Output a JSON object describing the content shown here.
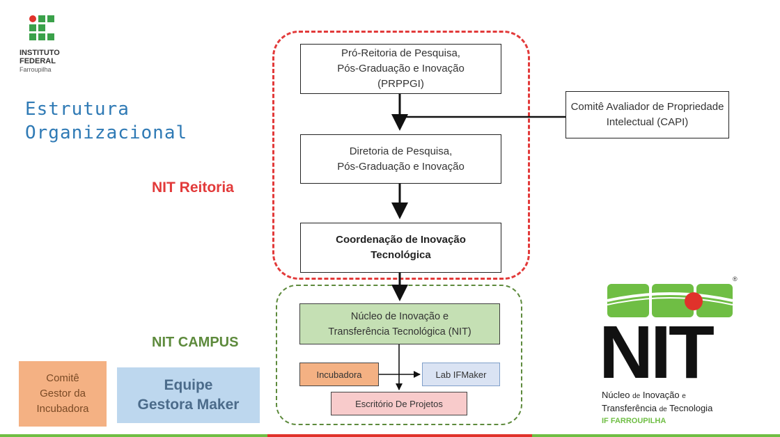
{
  "logo_if": {
    "line1": "INSTITUTO",
    "line2": "FEDERAL",
    "line3": "Farroupilha",
    "colors": {
      "green": "#3aa14a",
      "red": "#e0322b"
    }
  },
  "page_title": "Estrutura\nOrganizacional",
  "labels": {
    "nit_reitoria": "NIT Reitoria",
    "nit_campus": "NIT CAMPUS"
  },
  "boxes": {
    "prppgi": "Pró-Reitoria de Pesquisa,\nPós-Graduação e Inovação\n(PRPPGI)",
    "capi": "Comitê Avaliador de Propriedade\nIntelectual (CAPI)",
    "diretoria": "Diretoria de Pesquisa,\nPós-Graduação e Inovação",
    "coordenacao": "Coordenação de Inovação\nTecnológica",
    "nit": "Núcleo de Inovação e\nTransferência Tecnológica (NIT)",
    "incubadora": "Incubadora",
    "lab": "Lab IFMaker",
    "escritorio": "Escritório De Projetos"
  },
  "side_cards": {
    "comite": "Comitê\nGestor da\nIncubadora",
    "equipe": "Equipe\nGestora Maker"
  },
  "nit_logo": {
    "wordmark": "NIT",
    "registered": "®",
    "line1_a": "Núcleo",
    "line1_b": "de",
    "line1_c": "Inovação",
    "line1_d": "e",
    "line2_a": "Transferência",
    "line2_b": "de",
    "line2_c": "Tecnologia",
    "line3": "IF FARROUPILHA"
  },
  "colors": {
    "red": "#e23a3a",
    "green": "#5d8a3c",
    "title_blue": "#2f7ab5",
    "nit_box_fill": "#c5e0b4",
    "incubadora_fill": "#f4b183",
    "lab_fill": "#dae3f3",
    "escritorio_fill": "#f8cbcb",
    "comite_fill": "#f4b183",
    "equipe_fill": "#bdd7ee"
  }
}
